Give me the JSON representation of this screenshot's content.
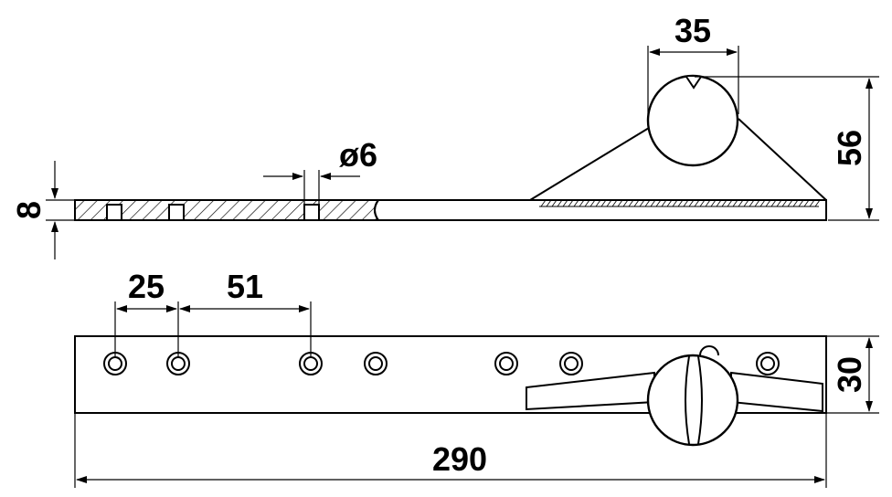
{
  "dimensions": {
    "head_width": "35",
    "total_height": "56",
    "thickness": "8",
    "hole_diameter": "ø6",
    "first_spacing": "25",
    "second_spacing": "51",
    "length": "290",
    "width": "30"
  },
  "colors": {
    "line": "#000000",
    "background": "#ffffff"
  }
}
